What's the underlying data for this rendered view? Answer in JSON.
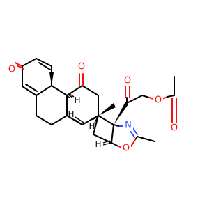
{
  "colors": {
    "carbon": "#000000",
    "oxygen": "#ff0d0d",
    "nitrogen": "#3050f8",
    "background": "#ffffff"
  },
  "atoms": {
    "o_ketone_ringA": "O",
    "o_ketone_c11": "O",
    "o_ketone_c20": "O",
    "o_ester_link": "O",
    "o_ester_carbonyl": "O",
    "o_oxazoline": "O",
    "n_oxazoline": "N"
  },
  "stereo_h": {
    "c8": "H",
    "c9": "H",
    "c14": "H",
    "c16": "H"
  }
}
